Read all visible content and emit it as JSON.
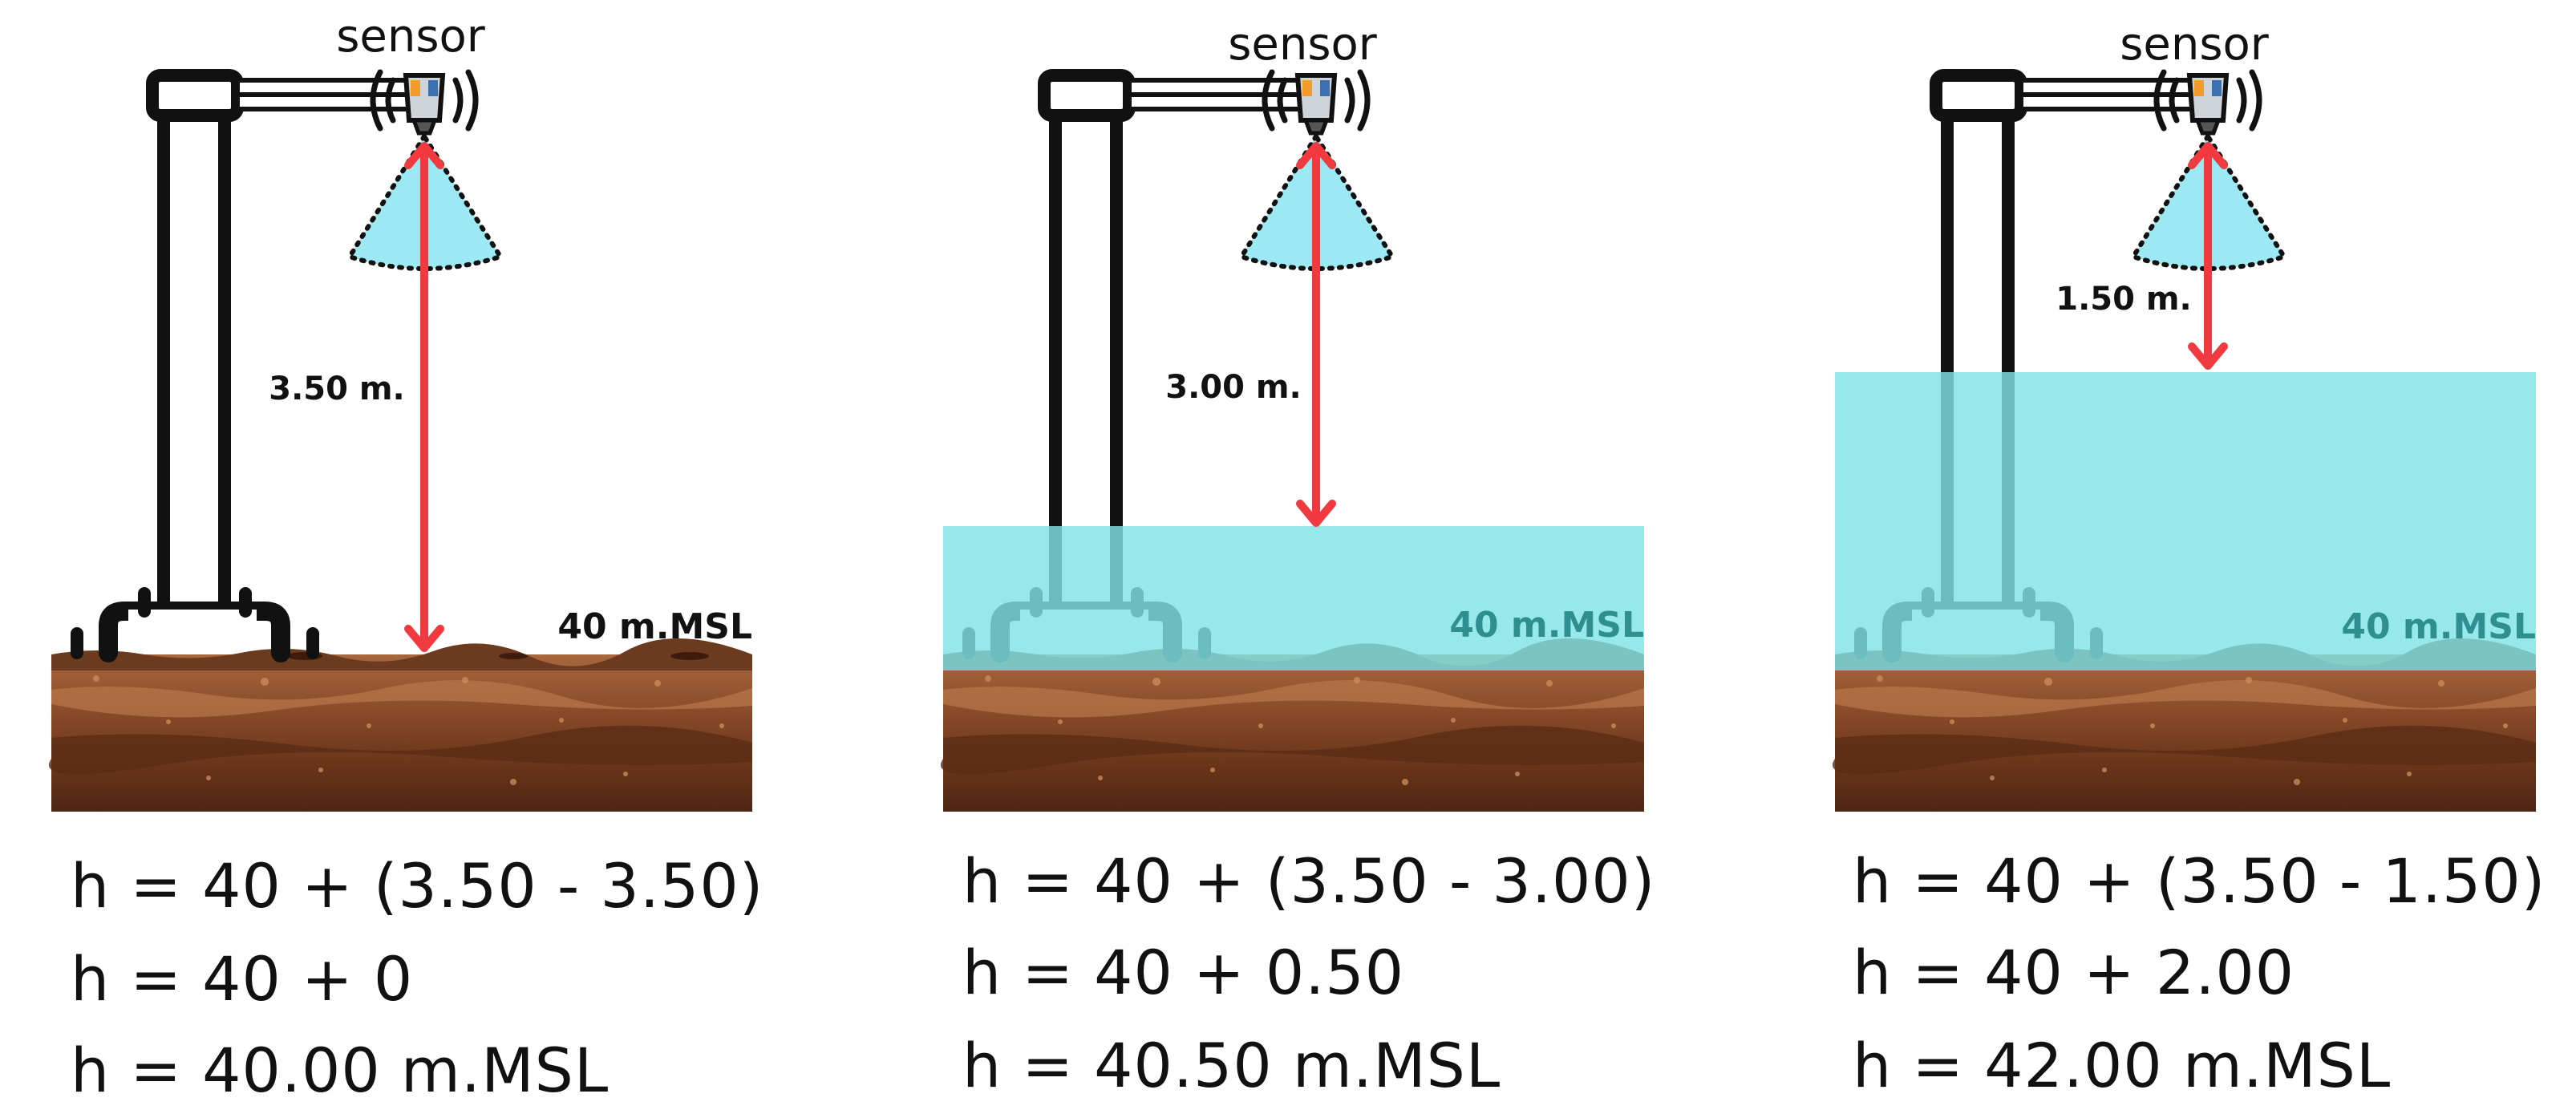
{
  "diagram": {
    "panels": [
      {
        "sensor_label": "sensor",
        "distance_label": "3.50 m.",
        "reference_label": "40 m.MSL",
        "water_level_rise_m": 0,
        "formula_lines": [
          "h = 40 + (3.50 - 3.50)",
          "h = 40 + 0",
          "h = 40.00 m.MSL"
        ]
      },
      {
        "sensor_label": "sensor",
        "distance_label": "3.00 m.",
        "reference_label": "40 m.MSL",
        "water_level_rise_m": 0.5,
        "formula_lines": [
          "h = 40 + (3.50 - 3.00)",
          "h = 40 + 0.50",
          "h = 40.50 m.MSL"
        ]
      },
      {
        "sensor_label": "sensor",
        "distance_label": "1.50 m.",
        "reference_label": "40 m.MSL",
        "water_level_rise_m": 2.0,
        "formula_lines": [
          "h = 40 + (3.50 - 1.50)",
          "h = 40 + 2.00",
          "h = 42.00 m.MSL"
        ]
      }
    ],
    "colors": {
      "water": "#7fe3e6",
      "beam": "#9ce8f3",
      "arrow": "#f03a3f",
      "soil_top": "#a0603a",
      "soil_mid": "#7d4325",
      "soil_bottom": "#4e2614",
      "structure": "#111111",
      "submerged_structure": "#2f8f8f"
    }
  }
}
